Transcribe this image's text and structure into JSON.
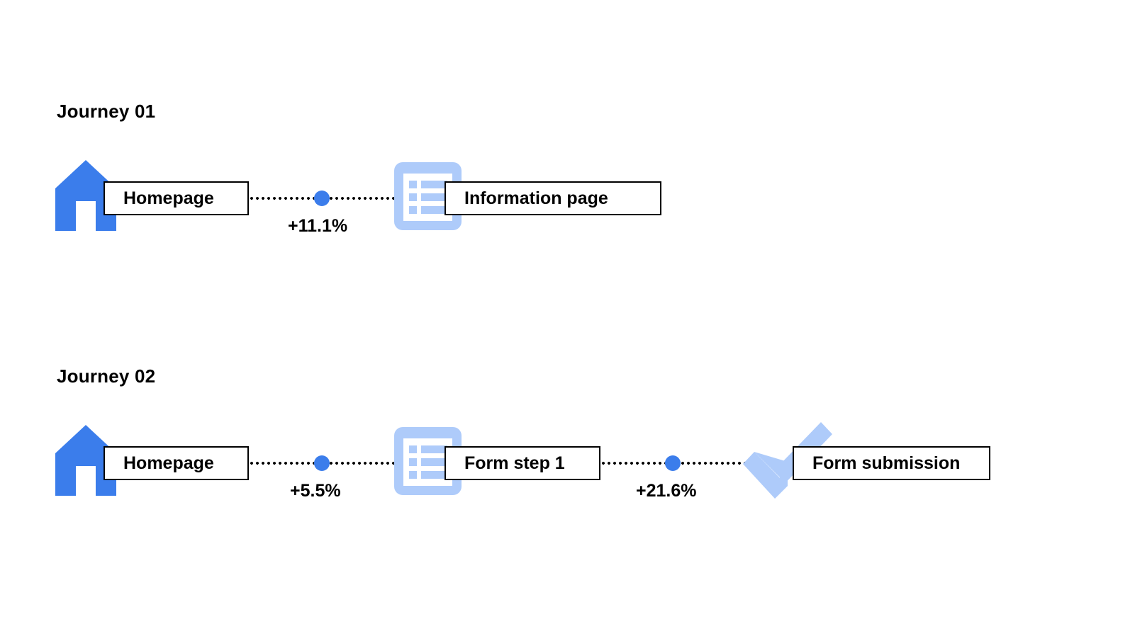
{
  "palette": {
    "blue_solid": "#3B7DEB",
    "blue_light": "#AECBFA",
    "ink": "#000000",
    "background": "#FFFFFF"
  },
  "journeys": [
    {
      "title": "Journey 01",
      "steps": [
        {
          "label": "Homepage",
          "icon": "home-icon"
        },
        {
          "label": "Information page",
          "icon": "list-page-icon"
        }
      ],
      "connectors": [
        {
          "value": "+11.1%"
        }
      ]
    },
    {
      "title": "Journey 02",
      "steps": [
        {
          "label": "Homepage",
          "icon": "home-icon"
        },
        {
          "label": "Form step 1",
          "icon": "list-page-icon"
        },
        {
          "label": "Form submission",
          "icon": "check-icon"
        }
      ],
      "connectors": [
        {
          "value": "+5.5%"
        },
        {
          "value": "+21.6%"
        }
      ]
    }
  ]
}
